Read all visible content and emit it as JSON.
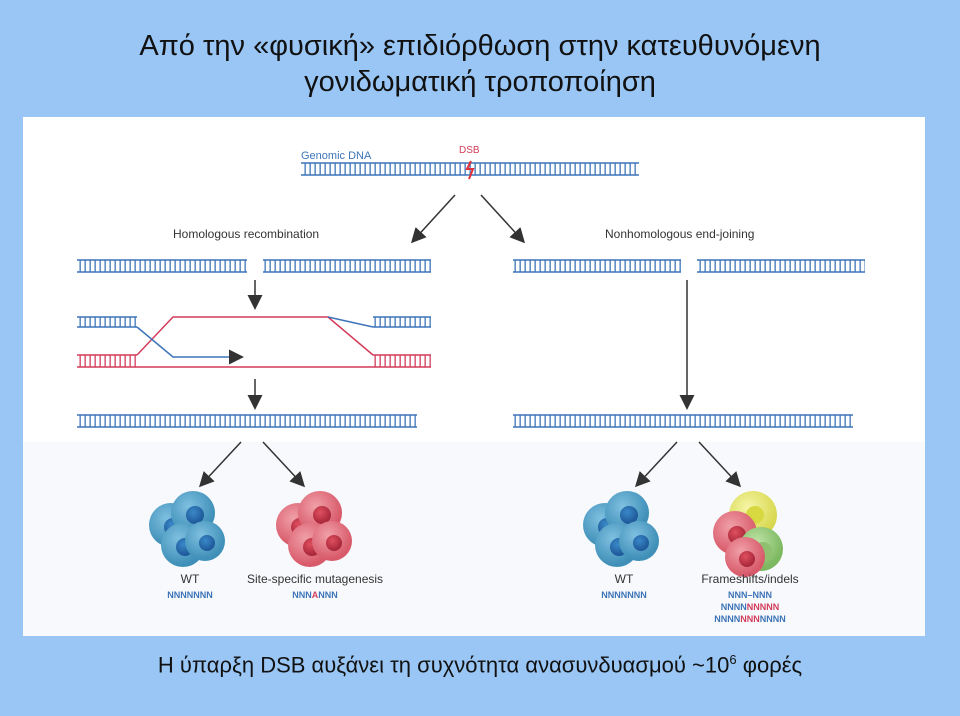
{
  "title": {
    "line1": "Από την «φυσική» επιδιόρθωση στην κατευθυνόμενη",
    "line2": "γονιδωματική τροποποίηση"
  },
  "diagram": {
    "genomic_dna": "Genomic DNA",
    "dsb": "DSB",
    "homologous": "Homologous recombination",
    "nonhomologous": "Nonhomologous end-joining",
    "wt1": "WT",
    "wt1_seq": "NNNNNNN",
    "site_specific": "Site-specific mutagenesis",
    "site_seq_a": "NNN",
    "site_seq_b": "A",
    "site_seq_c": "NNN",
    "wt2": "WT",
    "wt2_seq": "NNNNNNN",
    "frameshifts": "Frameshifts/indels",
    "fs_seq1": "NNN–NNN",
    "fs_seq2a": "NNNN",
    "fs_seq2b": "NNNNN",
    "fs_seq3a": "NNNN",
    "fs_seq3b": "NNN",
    "fs_seq3c": "NNNN",
    "colors": {
      "dna_blue": "#3d74b8",
      "dna_red": "#d23c5a",
      "cell_blue": "#4fa3c9",
      "cell_red": "#e07080",
      "cell_yellow": "#e8e86a",
      "cell_green": "#9ccf80"
    }
  },
  "footer": {
    "text": "Η ύπαρξη DSB αυξάνει τη συχνότητα ανασυνδυασμού ~10",
    "sup": "6",
    "tail": " φορές"
  }
}
